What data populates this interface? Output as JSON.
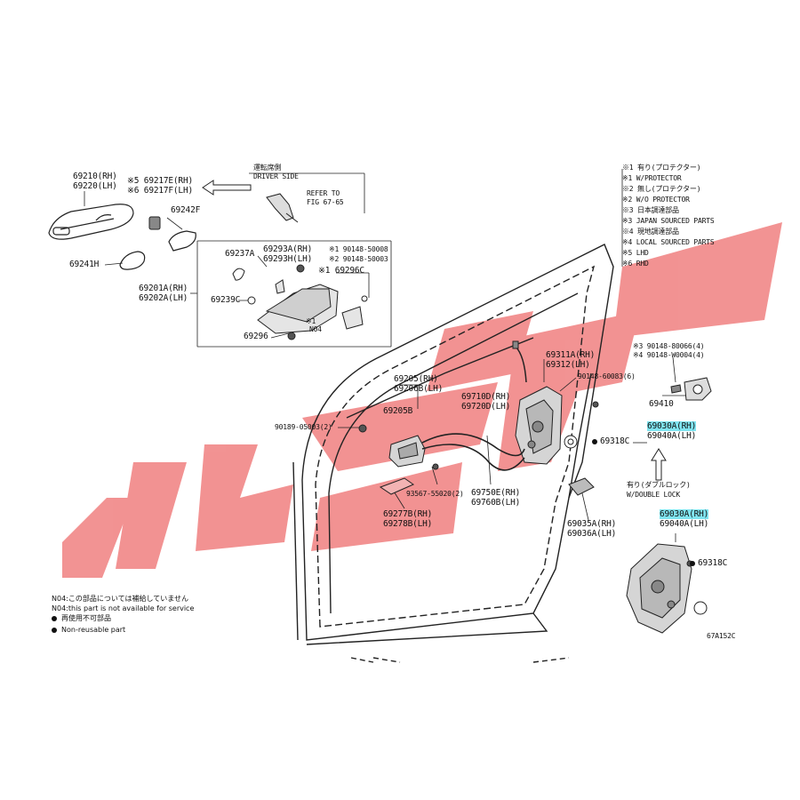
{
  "watermark": {
    "text": "Aiucar",
    "color": "#f08080"
  },
  "highlight_color": "#7fe4f0",
  "labels": {
    "p69210": "69210(RH)",
    "p69220": "69220(LH)",
    "p69217e": "※5 69217E(RH)",
    "p69217f": "※6 69217F(LH)",
    "driver_jp": "運転席側",
    "driver_en": "DRIVER SIDE",
    "refer1": "REFER TO",
    "refer2": "FIG 67-65",
    "p69242f": "69242F",
    "p69241h": "69241H",
    "p69237a": "69237A",
    "p69293a": "69293A(RH)",
    "p69293h": "69293H(LH)",
    "p90148_s1": "※1 90148-50008",
    "p90148_s2": "※2 90148-50003",
    "p69296c": "※1 69296C",
    "p69201a": "69201A(RH)",
    "p69202a": "69202A(LH)",
    "p69239c": "69239C",
    "p_x1": "※1",
    "p_n04": "N04",
    "p69296": "69296",
    "legend1": "※1 有り(プロテクター)",
    "legend2": "※1 W/PROTECTOR",
    "legend3": "※2 無し(プロテクター)",
    "legend4": "※2 W/O PROTECTOR",
    "legend5": "※3 日本調達部品",
    "legend6": "※3 JAPAN SOURCED PARTS",
    "legend7": "※4 現地調達部品",
    "legend8": "※4 LOCAL SOURCED PARTS",
    "legend9": "※5 LHD",
    "legend10": "※6 RHD",
    "p90148_80066": "※3 90148-80066(4)",
    "p90148_w0004": "※4 90148-W0004(4)",
    "p69410": "69410",
    "p69311a": "69311A(RH)",
    "p69312": "69312(LH)",
    "p90148_60083": "90148-60083(6)",
    "p69205": "69205(RH)",
    "p69206b": "69206B(LH)",
    "p69710d": "69710D(RH)",
    "p69720d": "69720D(LH)",
    "p69205b": "69205B",
    "p90189": "90189-05003(2)",
    "p69030a_1": "69030A(RH)",
    "p69040a_1": "69040A(LH)",
    "p69318c_1": "69318C",
    "p93567": "93567-55020(2)",
    "p69750e": "69750E(RH)",
    "p69760b": "69760B(LH)",
    "p69277b": "69277B(RH)",
    "p69278b": "69278B(LH)",
    "p69035a": "69035A(RH)",
    "p69036a": "69036A(LH)",
    "dbl_jp": "有り(ダブルロック)",
    "dbl_en": "W/DOUBLE LOCK",
    "p69030a_2": "69030A(RH)",
    "p69040a_2": "69040A(LH)",
    "p69318c_2": "69318C",
    "note_jp": "N04:この部品については補給していません",
    "note_en": "N04:this part is not available for service",
    "nonreuse_jp": "再使用不可部品",
    "nonreuse_en": "Non-reusable part",
    "fig_code": "67A152C"
  }
}
